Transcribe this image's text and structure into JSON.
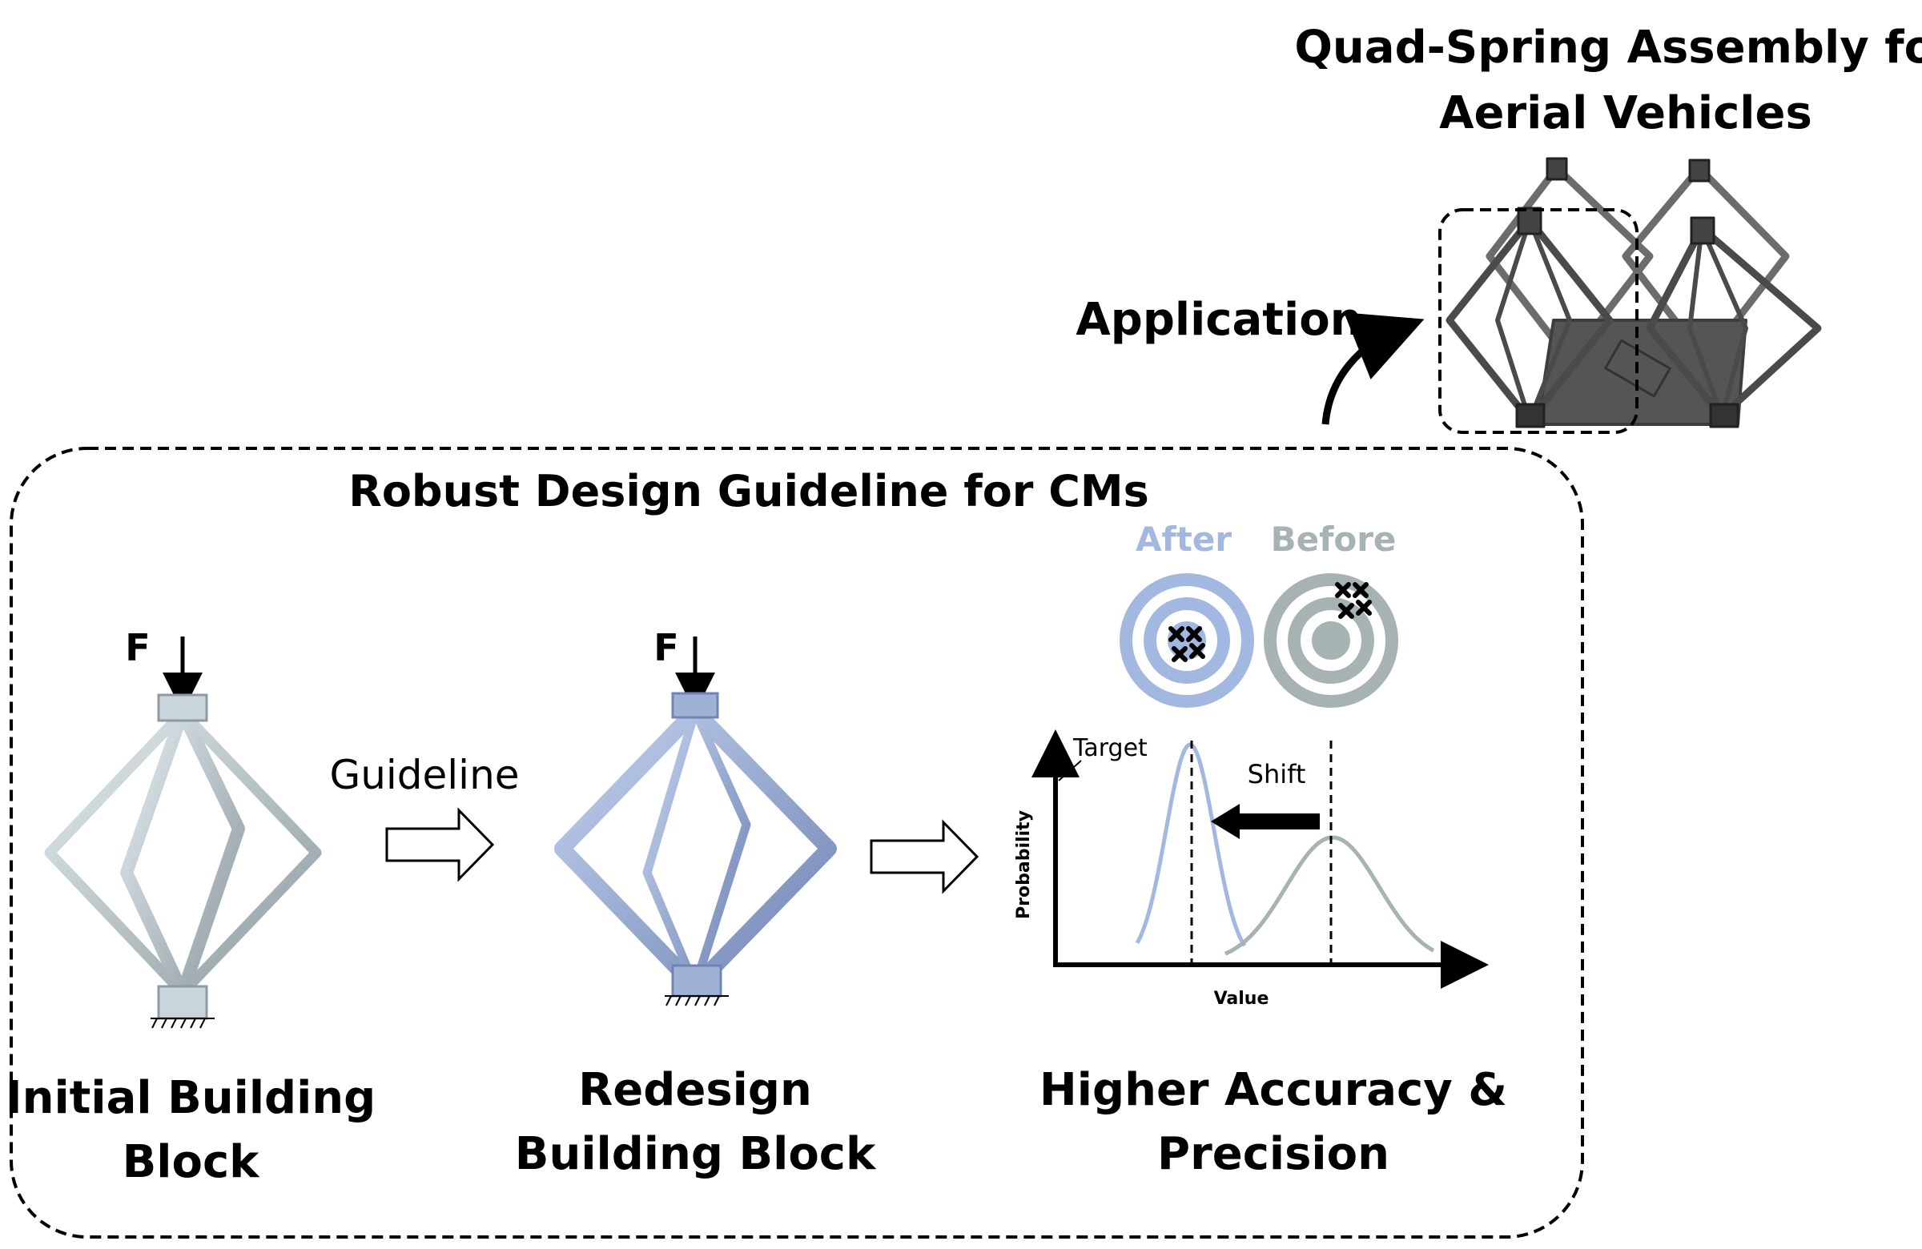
{
  "application": {
    "title_line1": "Quad-Spring Assembly for",
    "title_line2": "Aerial Vehicles",
    "arrow_label": "Application"
  },
  "guideline_box": {
    "title": "Robust Design Guideline for CMs"
  },
  "steps": [
    {
      "force_label": "F",
      "caption_line1": "Initial Building",
      "caption_line2": "Block"
    },
    {
      "force_label": "F",
      "caption_line1": "Redesign",
      "caption_line2": "Building Block"
    },
    {
      "caption_line1": "Higher Accuracy &",
      "caption_line2": "Precision"
    }
  ],
  "transition_label": "Guideline",
  "targets": {
    "after_label": "After",
    "before_label": "Before",
    "after_color": "#a3b8e0",
    "before_color": "#a6b2b3"
  },
  "distribution_plot": {
    "target_label": "Target",
    "shift_label": "Shift",
    "ylabel": "Probability",
    "xlabel": "Value"
  },
  "colors": {
    "initial_block": "#c9d5da",
    "redesign_block": "#9fb2d6",
    "assembly": "#4a4a4a"
  }
}
